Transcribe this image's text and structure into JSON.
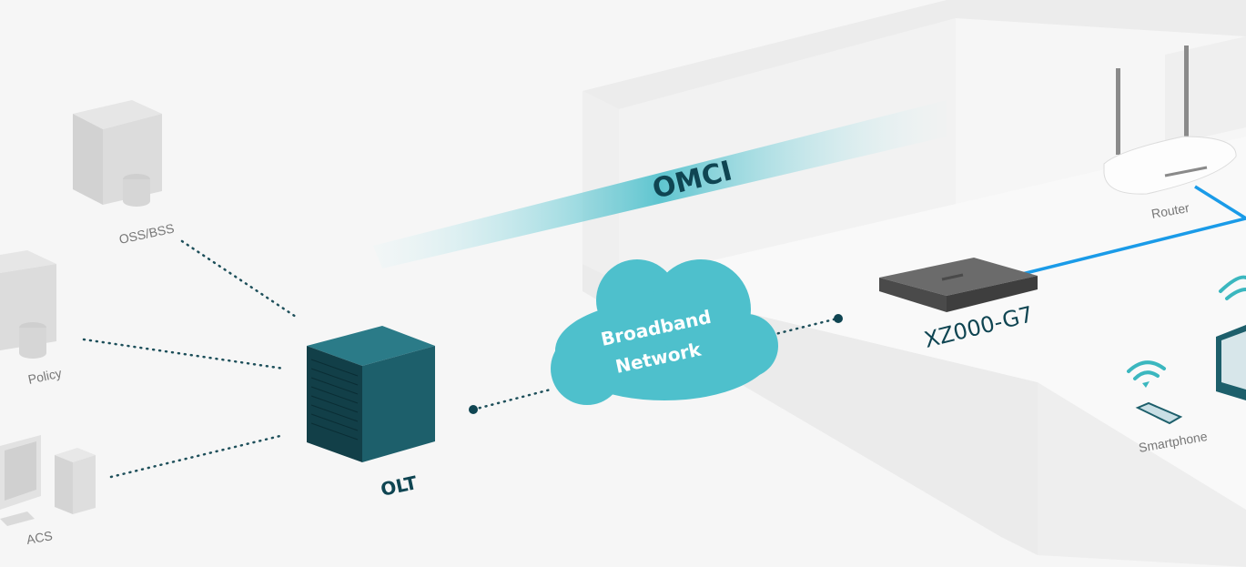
{
  "labels": {
    "oss_bss": "OSS/BSS",
    "policy": "Policy",
    "acs": "ACS",
    "olt": "OLT",
    "omci": "OMCI",
    "broadband_line1": "Broadband",
    "broadband_line2": "Network",
    "ont": "XZ000-G7",
    "router": "Router",
    "smartphone": "Smartphone"
  },
  "colors": {
    "background": "#f6f6f6",
    "olt": "#1d5f6b",
    "cloud": "#4ec0cc",
    "label_dark": "#0f4552",
    "ethernet_line": "#1a9be8",
    "wifi": "#3bb7bf",
    "ont_body": "#5a5a5a"
  }
}
